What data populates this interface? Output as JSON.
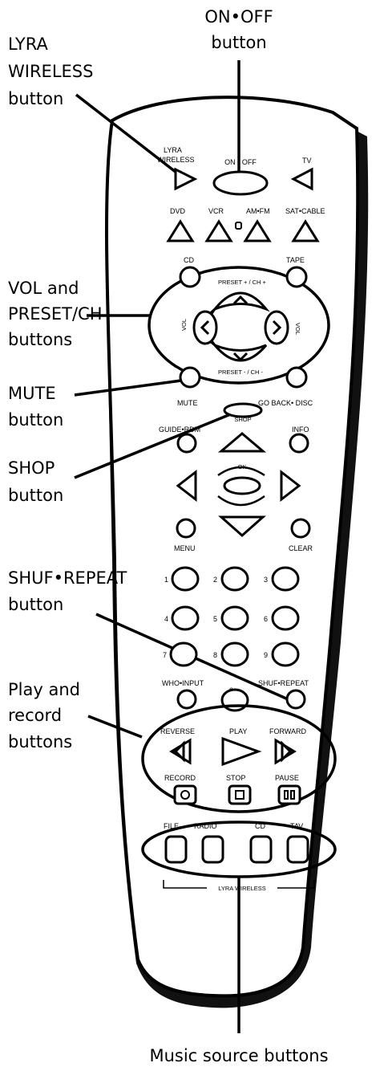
{
  "callouts": {
    "on_off": [
      "ON•OFF",
      "button"
    ],
    "lyra_wireless": [
      "LYRA",
      "WIRELESS",
      "button"
    ],
    "vol_preset": [
      "VOL and",
      "PRESET/CH",
      "buttons"
    ],
    "mute": [
      "MUTE",
      "button"
    ],
    "shop": [
      "SHOP",
      "button"
    ],
    "shuf_repeat": [
      "SHUF•REPEAT",
      "button"
    ],
    "play_record": [
      "Play and",
      "record",
      "buttons"
    ],
    "music_source": "Music source buttons"
  },
  "remote": {
    "lyra_wireless": [
      "LYRA",
      "WIRELESS"
    ],
    "on_off": "ON • OFF",
    "tv": "TV",
    "dvd": "DVD",
    "vcr": "VCR",
    "am_fm": "AM•FM",
    "sat_cable": "SAT•CABLE",
    "cd": "CD",
    "tape": "TAPE",
    "preset_up": "PRESET + / CH +",
    "preset_down": "PRESET - / CH -",
    "vol_left": "VOL",
    "vol_right": "VOL",
    "mute": "MUTE",
    "go_back": "GO BACK• DISC",
    "shop": "SHOP",
    "guide": "GUIDE•RDM",
    "info": "INFO",
    "ok": "OK",
    "menu": "MENU",
    "clear": "CLEAR",
    "digits": [
      "1",
      "2",
      "3",
      "4",
      "5",
      "6",
      "7",
      "8",
      "9",
      "0"
    ],
    "who_input": "WHO•INPUT",
    "shuf_repeat": "SHUF•REPEAT",
    "reverse": "REVERSE",
    "play": "PLAY",
    "forward": "FORWARD",
    "record": "RECORD",
    "stop": "STOP",
    "pause": "PAUSE",
    "file": "FILE",
    "radio": "RADIO",
    "cd2": "CD",
    "tav": "TAV",
    "lyra_wireless_bar": "LYRA WIRELESS"
  }
}
